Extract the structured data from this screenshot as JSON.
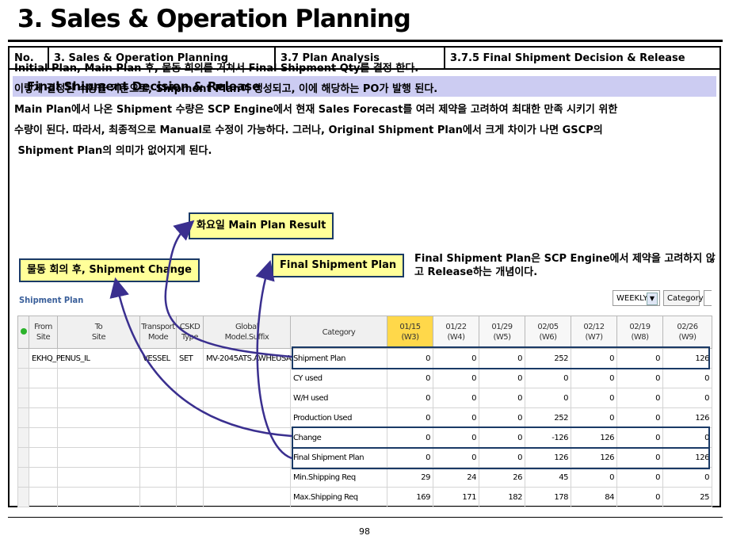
{
  "title": "3. Sales & Operation Planning",
  "header": {
    "no": "No.",
    "chapter": "3. Sales & Operation Planning",
    "section": "3.7 Plan Analysis",
    "subsection": "3.7.5 Final Shipment Decision & Release"
  },
  "section_title": "Final Shipment Decision & Release",
  "paragraph": [
    "Initial Plan, Main Plan 후, 물동 회의를 거쳐서 Final Shipment Qty를 결정 한다.",
    "이렇게 결정된 수량을 기준으로, Shipment Plan이 생성되고, 이에 해당하는 PO가 발행 된다.",
    "Main Plan에서 나온 Shipment 수량은 SCP Engine에서 현재 Sales Forecast를 여러 제약을 고려하여 최대한 만족 시키기 위한",
    "수량이 된다. 따라서, 최종적으로 Manual로 수정이 가능하다. 그러나, Original Shipment Plan에서 크게 차이가 나면 GSCP의",
    " Shipment Plan의 의미가 없어지게 된다."
  ],
  "callouts": {
    "main_plan_result": "화요일 Main Plan Result",
    "shipment_change": "물동 회의 후, Shipment Change",
    "final_shipment_plan": "Final Shipment Plan"
  },
  "note": "Final Shipment Plan은 SCP Engine에서 제약을 고려하지 않고 Release하는 개념이다.",
  "shipment_plan": {
    "title": "Shipment Plan",
    "weekly_select": "WEEKLY",
    "category_button": "Category",
    "columns": {
      "from_site": "From\nSite",
      "to_site": "To\nSite",
      "transport_mode": "Transport\nMode",
      "cskd_type": "CSKD\nType",
      "global_model": "Global\nModel.Suffix",
      "category": "Category"
    },
    "weeks": [
      "01/15\n(W3)",
      "01/22\n(W4)",
      "01/29\n(W5)",
      "02/05\n(W6)",
      "02/12\n(W7)",
      "02/19\n(W8)",
      "02/26\n(W9)"
    ],
    "record": {
      "from_site": "EKHQ_P",
      "to_site": "ENUS_IL",
      "transport_mode": "VESSEL",
      "cskd_type": "SET",
      "global_model": "MV-2045ATS.AWHEUSA"
    },
    "rows": [
      {
        "category": "Shipment Plan",
        "values": [
          "0",
          "0",
          "0",
          "252",
          "0",
          "0",
          "126"
        ]
      },
      {
        "category": "CY used",
        "values": [
          "0",
          "0",
          "0",
          "0",
          "0",
          "0",
          "0"
        ]
      },
      {
        "category": "W/H used",
        "values": [
          "0",
          "0",
          "0",
          "0",
          "0",
          "0",
          "0"
        ]
      },
      {
        "category": "Production Used",
        "values": [
          "0",
          "0",
          "0",
          "252",
          "0",
          "0",
          "126"
        ]
      },
      {
        "category": "Change",
        "values": [
          "0",
          "0",
          "0",
          "-126",
          "126",
          "0",
          "0"
        ]
      },
      {
        "category": "Final Shipment Plan",
        "values": [
          "0",
          "0",
          "0",
          "126",
          "126",
          "0",
          "126"
        ]
      },
      {
        "category": "Min.Shipping Req",
        "values": [
          "29",
          "24",
          "26",
          "45",
          "0",
          "0",
          "0"
        ]
      },
      {
        "category": "Max.Shipping Req",
        "values": [
          "169",
          "171",
          "182",
          "178",
          "84",
          "0",
          "25"
        ]
      }
    ]
  },
  "page_number": "98",
  "colors": {
    "section_bg": "#ccccf2",
    "callout_bg": "#ffff99",
    "highlight_border": "#1a3a66",
    "arrow": "#3a2f8f",
    "week_highlight": "#ffd84a"
  }
}
